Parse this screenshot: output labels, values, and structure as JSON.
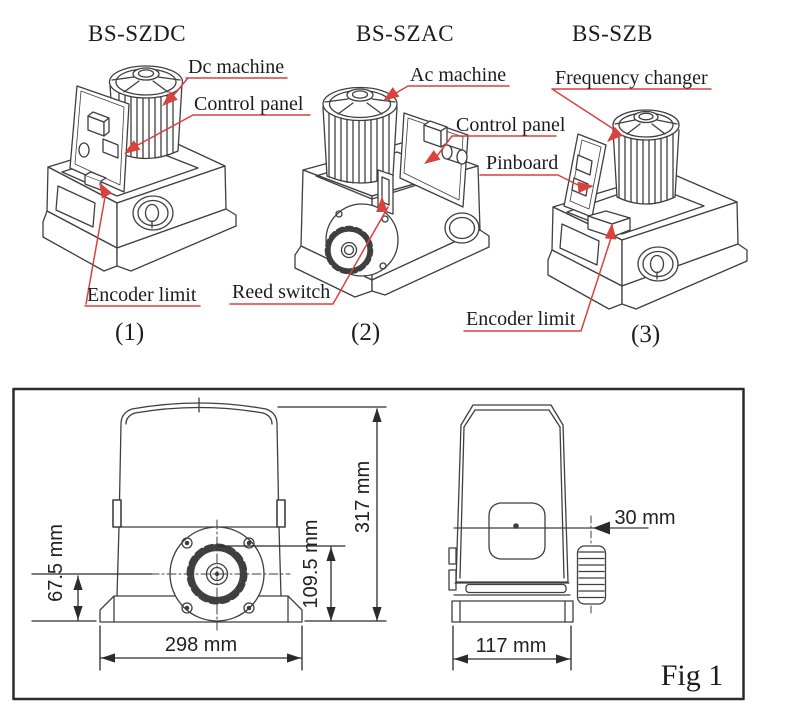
{
  "page": {
    "background": "#ffffff"
  },
  "models": [
    {
      "name": "BS-SZDC",
      "number": "(1)",
      "callouts": {
        "machine": "Dc machine",
        "control_panel": "Control panel",
        "encoder_limit": "Encoder limit"
      }
    },
    {
      "name": "BS-SZAC",
      "number": "(2)",
      "callouts": {
        "machine": "Ac machine",
        "control_panel": "Control panel",
        "reed_switch": "Reed switch"
      }
    },
    {
      "name": "BS-SZB",
      "number": "(3)",
      "callouts": {
        "frequency_changer": "Frequency changer",
        "pinboard": "Pinboard",
        "encoder_limit": "Encoder limit"
      }
    }
  ],
  "figure": {
    "caption": "Fig 1",
    "front_view": {
      "total_height": "317 mm",
      "rack_height": "109.5 mm",
      "axle_height": "67.5 mm",
      "base_width": "298 mm"
    },
    "side_view": {
      "base_depth": "117 mm",
      "gear_offset": "30 mm"
    }
  },
  "colors": {
    "annotation_red": "#d9423d",
    "line_art": "#3f3f3f",
    "dimension": "#2b2b2b",
    "text": "#1c1c1c"
  }
}
